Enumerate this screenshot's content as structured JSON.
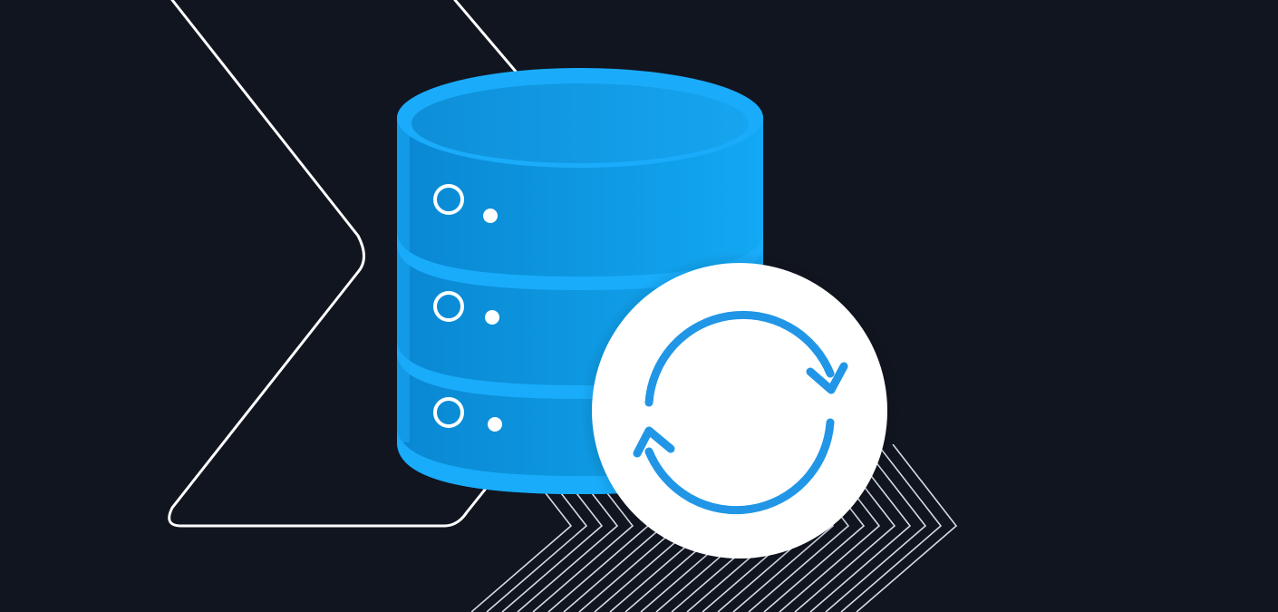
{
  "illustration": {
    "subject": "database-sync",
    "colors": {
      "background": "#111520",
      "outline": "#ffffff",
      "database_primary": "#11a3f0",
      "database_dark": "#0b7fc8",
      "database_light": "#28b2ff",
      "sync_arrows": "#2196e6",
      "badge": "#ffffff",
      "hatch": "#d5dbe6"
    },
    "icons": [
      "chevron-outline-icon",
      "database-icon",
      "sync-icon",
      "chevron-hatch-pattern"
    ],
    "database": {
      "segments": 3
    }
  }
}
